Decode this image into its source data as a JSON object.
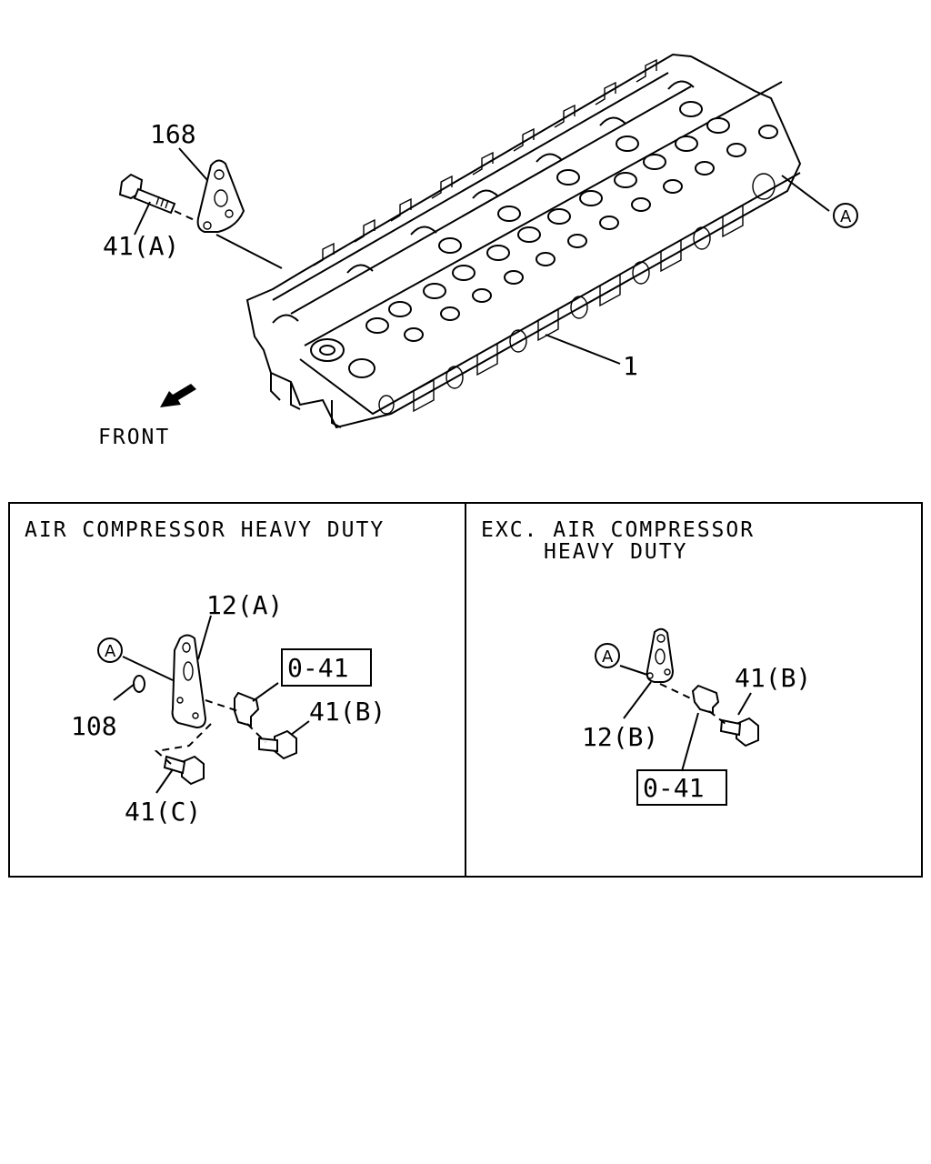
{
  "main": {
    "callout_168": "168",
    "callout_41A": "41(A)",
    "callout_A": "A",
    "callout_1": "1",
    "front_label": "FRONT"
  },
  "left_panel": {
    "title": "AIR COMPRESSOR HEAVY DUTY",
    "callout_12A": "12(A)",
    "callout_A": "A",
    "callout_108": "108",
    "callout_041": "0-41",
    "callout_41B": "41(B)",
    "callout_41C": "41(C)"
  },
  "right_panel": {
    "title_line1": "EXC. AIR COMPRESSOR",
    "title_line2": "HEAVY DUTY",
    "callout_A": "A",
    "callout_41B": "41(B)",
    "callout_12B": "12(B)",
    "callout_041": "0-41"
  }
}
